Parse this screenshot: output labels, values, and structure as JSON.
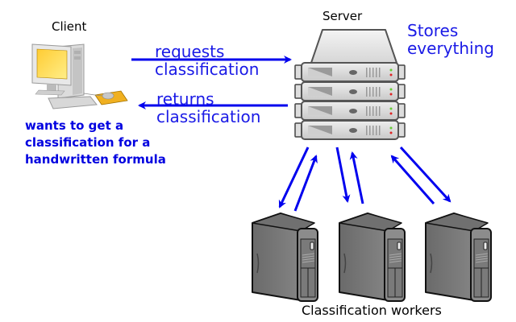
{
  "client": {
    "title": "Client",
    "description_lines": [
      "wants to get a",
      "classification for a",
      "handwritten formula"
    ]
  },
  "server": {
    "title": "Server",
    "note_lines": [
      "Stores",
      "everything"
    ]
  },
  "edges": {
    "request_lines": [
      "requests",
      "classification"
    ],
    "return_lines": [
      "returns",
      "classification"
    ]
  },
  "workers": {
    "label": "Classification workers",
    "count": 3
  },
  "colors": {
    "arrow": "#0000ee",
    "label_blue": "#1a1ae6"
  }
}
